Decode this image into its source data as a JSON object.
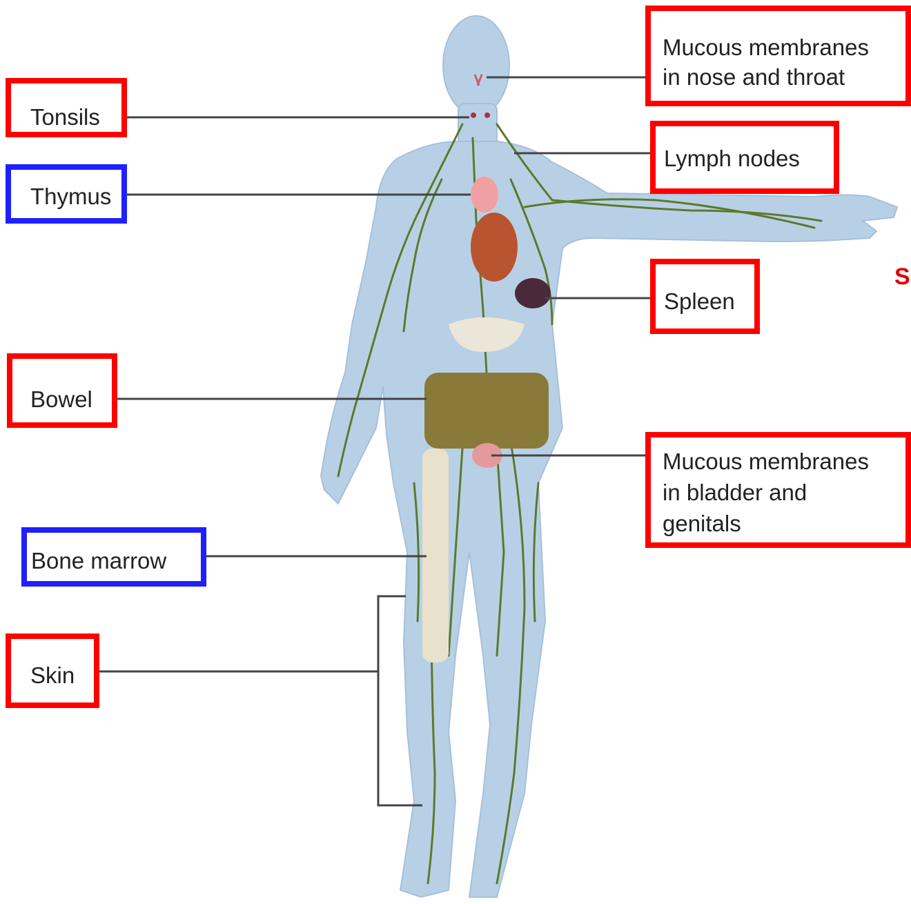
{
  "labels": {
    "nose_throat": {
      "line1": "Mucous membranes",
      "line2": "in nose and throat"
    },
    "tonsils": "Tonsils",
    "lymph_nodes": "Lymph nodes",
    "thymus": "Thymus",
    "spleen": "Spleen",
    "bowel": "Bowel",
    "bladder": {
      "line1": "Mucous membranes",
      "line2": "in bladder and",
      "line3": "genitals"
    },
    "bone_marrow": "Bone marrow",
    "skin": "Skin"
  },
  "edge_text": "S",
  "colors": {
    "red_box": "#ff0000",
    "blue_box": "#1f1fff",
    "body": "#b8d0e6",
    "lymph_vessels": "#5a7a2a",
    "leader_lines": "#444444"
  }
}
